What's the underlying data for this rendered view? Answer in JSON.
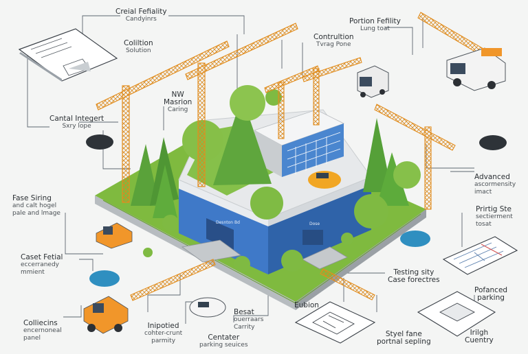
{
  "labels": {
    "top_center": {
      "line1": "Creial Fefiality",
      "line2": "Candyinrs"
    },
    "top_left": {
      "line1": "Coliltion",
      "line2": "Solution"
    },
    "top_right": {
      "line1": "Portion Fefility",
      "line2": "Lung toat"
    },
    "contruction": {
      "line1": "Contrultion",
      "line2": "Tvrag Pone"
    },
    "nw_masrion": {
      "line1": "NW",
      "line2": "Masrion",
      "line3": "Caring"
    },
    "cantal": {
      "line1": "Cantal Integert",
      "line2": "Sxry lope"
    },
    "fase_sring": {
      "line1": "Fase Siring",
      "line2": "and calt hogel",
      "line3": "pale and lmage"
    },
    "caset_fetial": {
      "line1": "Caset Fetial",
      "line2": "eccerranedy",
      "line3": "mmient"
    },
    "colliecins": {
      "line1": "Colliecins",
      "line2": "encernoneal",
      "line3": "panel"
    },
    "inipotied": {
      "line1": "Inipotied",
      "line2": "cohter-crunt",
      "line3": "parmity"
    },
    "besat": {
      "line1": "Besat",
      "line2": "ouerraars",
      "line3": "Carrity"
    },
    "centater": {
      "line1": "Centater",
      "line2": "parking seuices"
    },
    "eubion": {
      "line1": "Eubion"
    },
    "testing": {
      "line1": "Testing sity",
      "line2": "Case forectres"
    },
    "styel": {
      "line1": "Styel fane",
      "line2": "portnal sepling"
    },
    "pofanced": {
      "line1": "Pofanced",
      "line2": "parking"
    },
    "irilgh": {
      "line1": "Irilgh",
      "line2": "Cuentry"
    },
    "advanced": {
      "line1": "Advanced",
      "line2": "ascormensity",
      "line3": "imact"
    },
    "prirtig": {
      "line1": "Prirtig Ste",
      "line2": "sectierment",
      "line3": "tosat"
    }
  },
  "building": {
    "sign_front": "Desnton Bd",
    "sign_side": "Dose"
  },
  "colors": {
    "crane": "#f19a2a",
    "facade": "#3f79c8",
    "grass": "#7fba3f",
    "tree": "#5aa23a",
    "leader": "#5d6670"
  },
  "icons": [
    "crane-icon",
    "truck-icon",
    "car-icon",
    "tree-icon",
    "document-icon",
    "map-icon"
  ]
}
